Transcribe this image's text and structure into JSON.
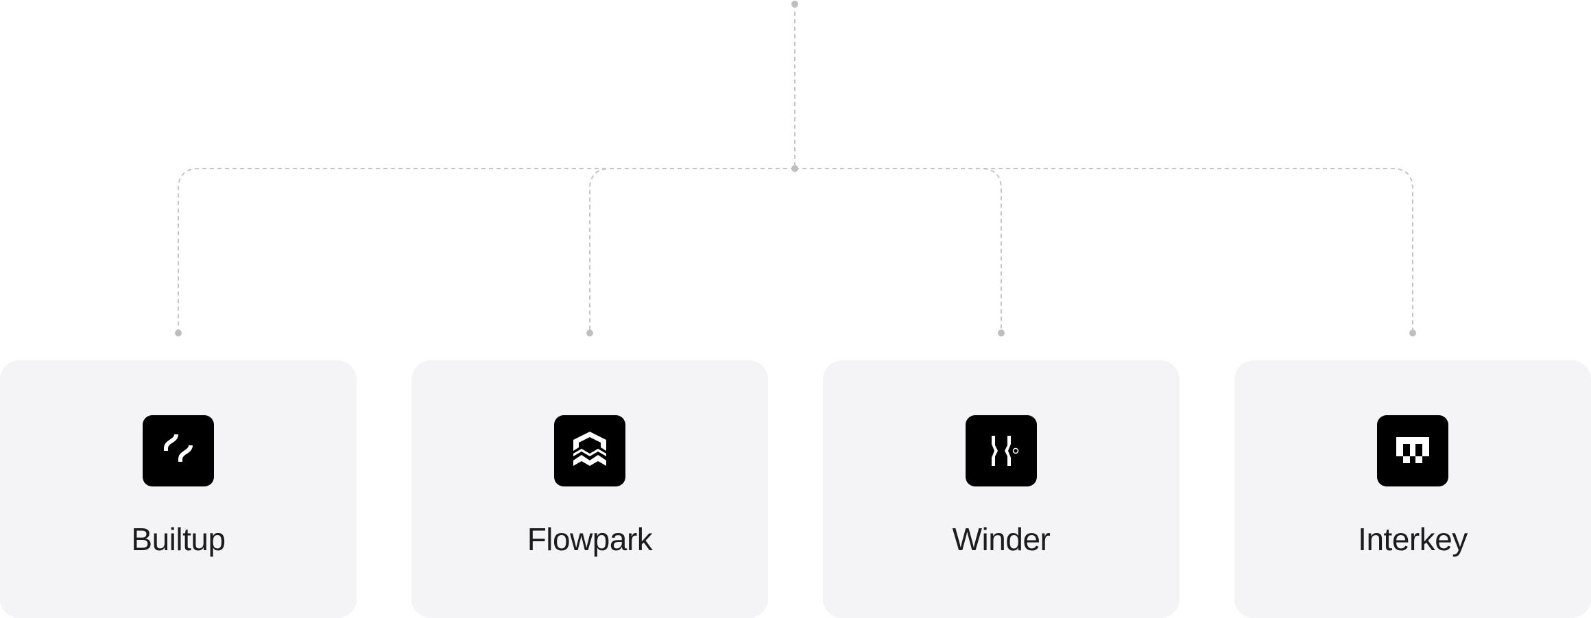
{
  "colors": {
    "card_background": "#f4f3f6",
    "logo_tile": "#000000",
    "logo_glyph": "#ffffff",
    "connector_line": "#c4c4c8",
    "connector_node": "#bdbdc2",
    "label_text": "#1c1c1f"
  },
  "diagram": {
    "root": {
      "label": ""
    },
    "children": [
      {
        "name": "Builtup",
        "icon": "builtup-logo-icon"
      },
      {
        "name": "Flowpark",
        "icon": "flowpark-logo-icon"
      },
      {
        "name": "Winder",
        "icon": "winder-logo-icon"
      },
      {
        "name": "Interkey",
        "icon": "interkey-logo-icon"
      }
    ]
  }
}
